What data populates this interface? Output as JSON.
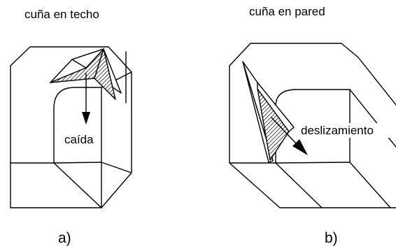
{
  "panel_a": {
    "title": "cuña en techo",
    "arrow_label": "caída",
    "caption": "a)"
  },
  "panel_b": {
    "title": "cuña en pared",
    "arrow_label": "deslizamiento",
    "caption": "b)"
  }
}
